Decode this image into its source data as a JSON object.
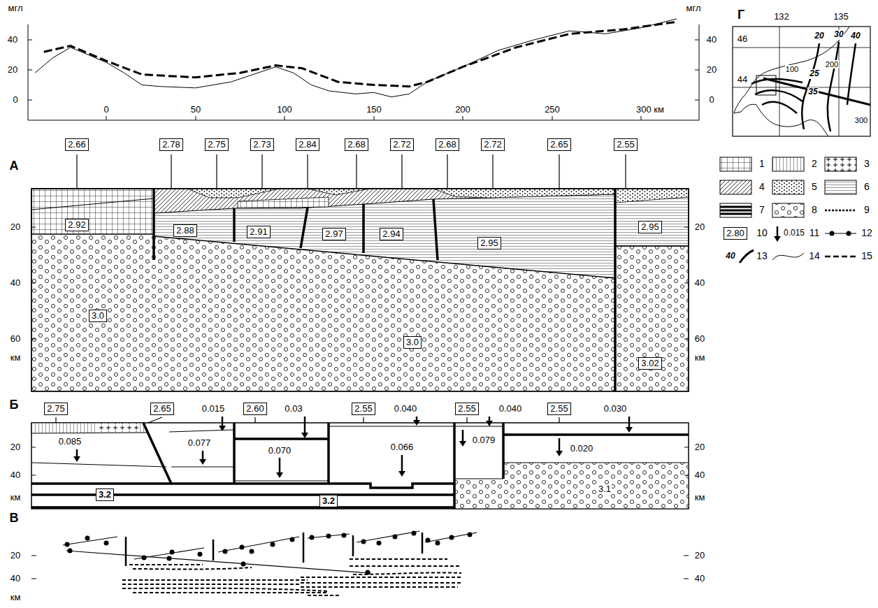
{
  "diagram": {
    "nodes": [
      {
        "text": [
          "2.66"
        ]
      },
      {
        "text": [
          "2.78"
        ]
      },
      {
        "text": [
          "2.75"
        ]
      },
      {
        "text": [
          "2.73"
        ]
      },
      {
        "text": [
          "2.84"
        ]
      },
      {
        "text": [
          "2.68"
        ]
      },
      {
        "text": [
          "2.72"
        ]
      },
      {
        "text": [
          "2.68"
        ]
      },
      {
        "text": [
          "2.72"
        ]
      },
      {
        "text": [
          "2.65"
        ]
      },
      {
        "text": [
          "2.55"
        ]
      },
      {
        "text": [
          "2.92"
        ]
      },
      {
        "text": [
          "2.88"
        ]
      },
      {
        "text": [
          "2.91"
        ]
      },
      {
        "text": [
          "2.97"
        ]
      },
      {
        "text": [
          "2.94"
        ]
      },
      {
        "text": [
          "2.95"
        ]
      },
      {
        "text": [
          "2.95"
        ]
      },
      {
        "text": [
          "3.0"
        ]
      },
      {
        "text": [
          "3.0"
        ]
      },
      {
        "text": [
          "3.02"
        ]
      },
      {
        "text": [
          "2.75"
        ]
      },
      {
        "text": [
          "2.65"
        ]
      },
      {
        "text": [
          "2.60"
        ]
      },
      {
        "text": [
          "2.55"
        ]
      },
      {
        "text": [
          "2.55"
        ]
      },
      {
        "text": [
          "2.55"
        ]
      },
      {
        "text": [
          "3.2"
        ]
      },
      {
        "text": [
          "3.2"
        ]
      }
    ],
    "labels": [
      "мгл",
      "мгл",
      "40",
      "20",
      "0",
      "40",
      "20",
      "0",
      "0",
      "50",
      "100",
      "150",
      "200",
      "250",
      "300 км",
      "А",
      "20",
      "40",
      "60",
      "км",
      "20",
      "40",
      "60",
      "км",
      "Б",
      "0.015",
      "0.03",
      "0.040",
      "0.040",
      "0.030",
      "0.085",
      "0.077",
      "0.070",
      "0.066",
      "0.079",
      "0.020",
      "3.1",
      "20",
      "40",
      "км",
      "20",
      "40",
      "км",
      "В",
      "20",
      "40",
      "км",
      "20",
      "40",
      "Г",
      "132",
      "135",
      "46",
      "44",
      "20",
      "30",
      "40",
      "25",
      "35",
      "100",
      "200",
      "300",
      "2.80",
      "0.015",
      "40"
    ],
    "legend": [
      {
        "text": "1"
      },
      {
        "text": "2"
      },
      {
        "text": "3"
      },
      {
        "text": "4"
      },
      {
        "text": "5"
      },
      {
        "text": "6"
      },
      {
        "text": "7"
      },
      {
        "text": "8"
      },
      {
        "text": "9"
      },
      {
        "text": "10"
      },
      {
        "text": "11"
      },
      {
        "text": "12"
      },
      {
        "text": "13"
      },
      {
        "text": "14"
      },
      {
        "text": "15"
      }
    ]
  }
}
